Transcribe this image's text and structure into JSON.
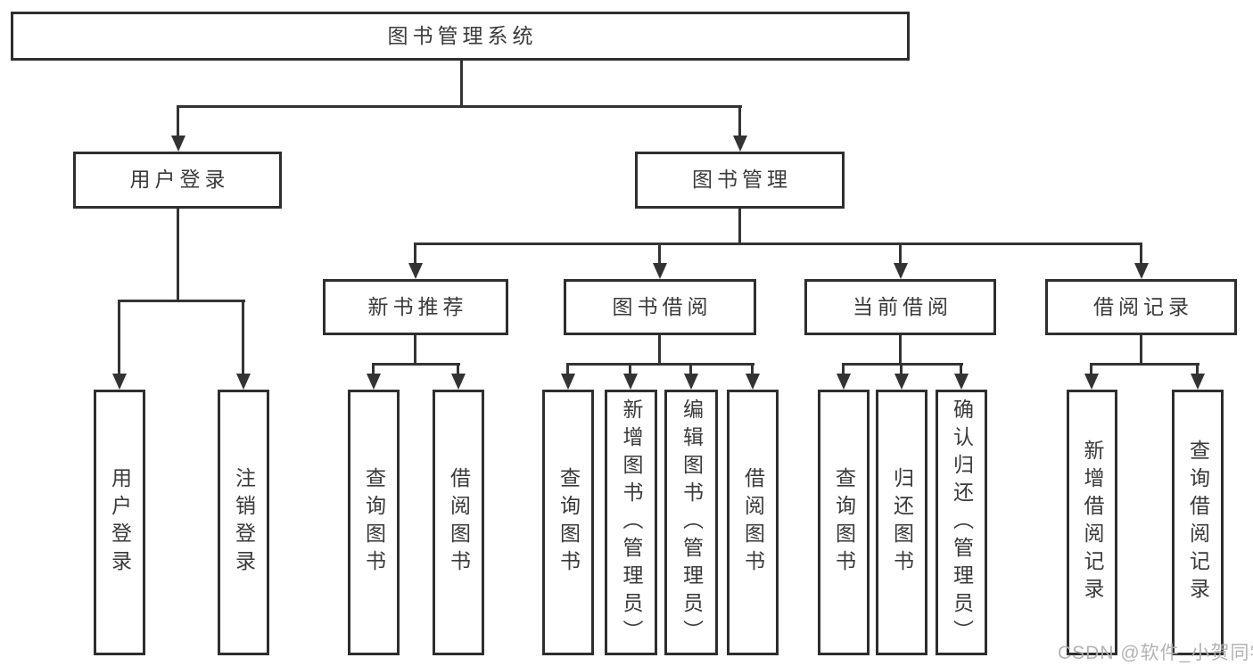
{
  "diagram": {
    "root": {
      "label": "图书管理系统"
    },
    "level1": [
      {
        "label": "用户登录",
        "children": [
          {
            "label": "用户登录"
          },
          {
            "label": "注销登录"
          }
        ]
      },
      {
        "label": "图书管理",
        "children": [
          {
            "label": "新书推荐",
            "children": [
              {
                "label": "查询图书"
              },
              {
                "label": "借阅图书"
              }
            ]
          },
          {
            "label": "图书借阅",
            "children": [
              {
                "label": "查询图书"
              },
              {
                "label": "新增图书（管理员）"
              },
              {
                "label": "编辑图书（管理员）"
              },
              {
                "label": "借阅图书"
              }
            ]
          },
          {
            "label": "当前借阅",
            "children": [
              {
                "label": "查询图书"
              },
              {
                "label": "归还图书"
              },
              {
                "label": "确认归还（管理员）"
              }
            ]
          },
          {
            "label": "借阅记录",
            "children": [
              {
                "label": "新增借阅记录"
              },
              {
                "label": "查询借阅记录"
              }
            ]
          }
        ]
      }
    ]
  },
  "watermark": {
    "text": "CSDN @软件_小贺同学"
  },
  "colors": {
    "line": "#333333",
    "box_border": "#2e2e2e",
    "text": "#3a3a3a",
    "watermark": "#afafaf",
    "background": "#ffffff"
  }
}
